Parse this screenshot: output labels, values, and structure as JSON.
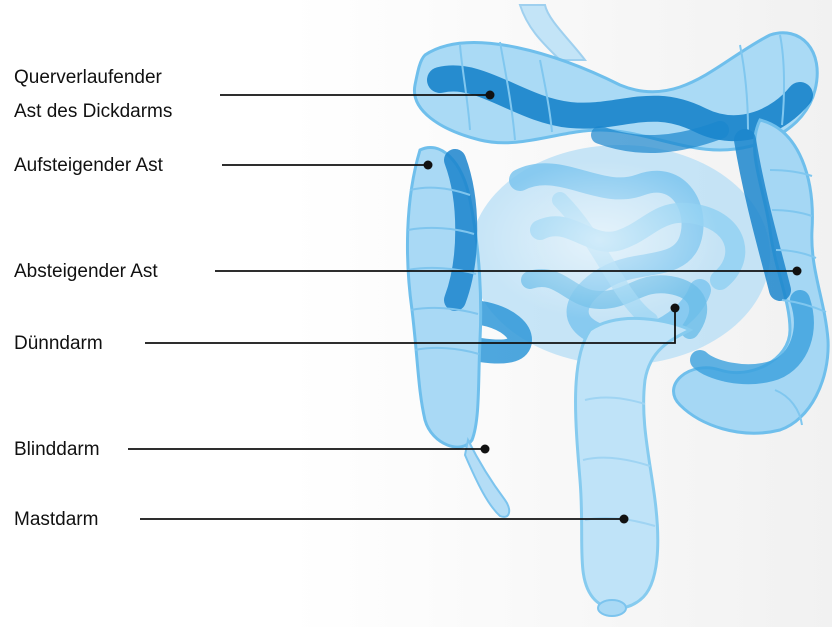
{
  "labels": {
    "transverse_line1": "Querverlaufender",
    "transverse_line2": "Ast des Dickdarms",
    "ascending": "Aufsteigender Ast",
    "descending": "Absteigender Ast",
    "small_intestine": "Dünndarm",
    "cecum": "Blinddarm",
    "rectum": "Mastdarm"
  },
  "colors": {
    "organ_light": "#a8d8f4",
    "organ_mid": "#5cb8ea",
    "organ_dark": "#0f7ec8",
    "leader_line": "#111111"
  }
}
